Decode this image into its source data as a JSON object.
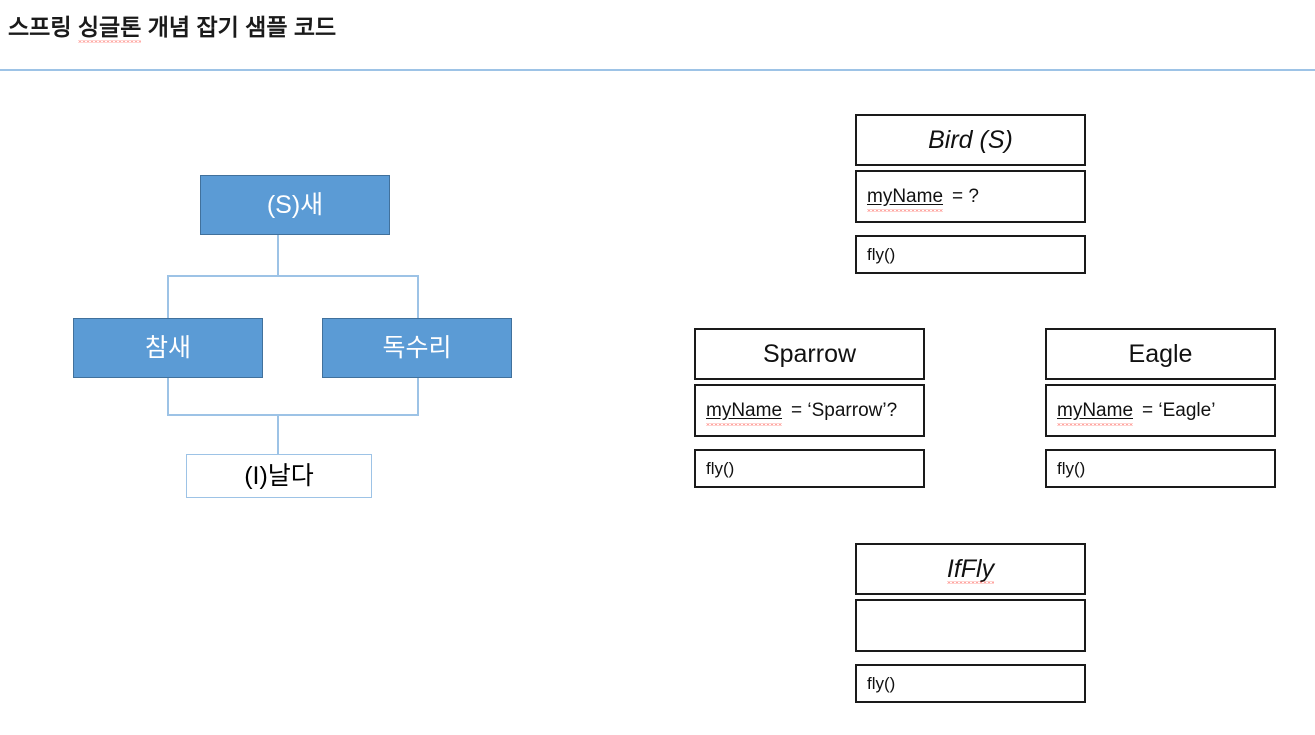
{
  "header": {
    "title_before": "스프링 ",
    "title_misspelled": "싱글톤",
    "title_after": " 개념 잡기 샘플 코드",
    "rule_color": "#9dc3e6"
  },
  "org_chart": {
    "fill_color": "#5b9bd5",
    "border_color": "#41719c",
    "connector_color": "#9dc3e6",
    "nodes": [
      {
        "id": "bird-root",
        "label": "(S)새",
        "style": "filled"
      },
      {
        "id": "sparrow-ko",
        "label": "참새",
        "style": "filled"
      },
      {
        "id": "eagle-ko",
        "label": "독수리",
        "style": "filled"
      },
      {
        "id": "fly-ko",
        "label": "(I)날다",
        "style": "hollow"
      }
    ]
  },
  "uml": {
    "border_color": "#1a1a1a",
    "classes": [
      {
        "id": "bird",
        "title": "Bird (S)",
        "title_italic": true,
        "title_spellcheck": false,
        "attribute_name": "myName",
        "attribute_value": "= ?",
        "attribute_spellcheck": true,
        "method": "fly()"
      },
      {
        "id": "sparrow",
        "title": "Sparrow",
        "title_italic": false,
        "title_spellcheck": false,
        "attribute_name": "myName",
        "attribute_value": "= ‘Sparrow’?",
        "attribute_spellcheck": true,
        "method": "fly()"
      },
      {
        "id": "eagle",
        "title": "Eagle",
        "title_italic": false,
        "title_spellcheck": false,
        "attribute_name": "myName",
        "attribute_value": "= ‘Eagle’",
        "attribute_spellcheck": true,
        "method": "fly()"
      },
      {
        "id": "iffly",
        "title": "IfFly",
        "title_italic": true,
        "title_spellcheck": true,
        "attribute_name": "",
        "attribute_value": "",
        "attribute_spellcheck": false,
        "method": "fly()"
      }
    ]
  }
}
